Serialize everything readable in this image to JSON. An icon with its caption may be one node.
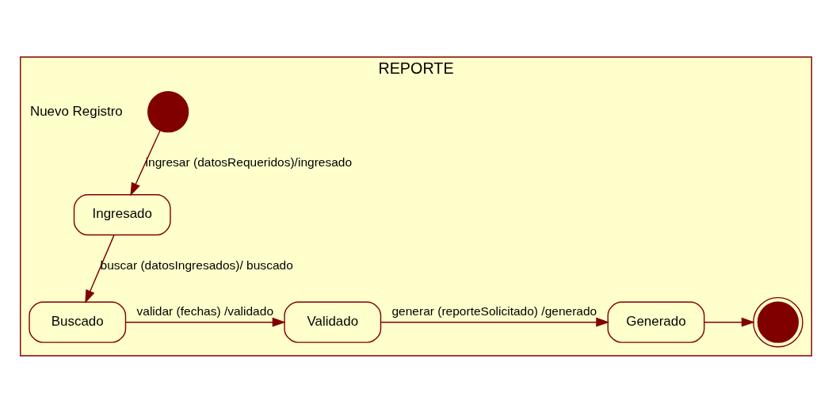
{
  "diagram": {
    "nodes": [
      {
        "text": [
          "REPORTE"
        ]
      },
      {
        "text": [],
        "shape": "circle",
        "in": 0,
        "beside": [
          "Nuevo Registro"
        ]
      },
      {
        "text": [
          "Ingresado"
        ],
        "in": 0
      },
      {
        "text": [
          "Buscado"
        ],
        "in": 0
      },
      {
        "text": [
          "Validado"
        ],
        "in": 0
      },
      {
        "text": [
          "Generado"
        ],
        "in": 0
      },
      {
        "text": [],
        "shape": "circle",
        "in": 0
      }
    ],
    "edges": [
      {
        "from": 1,
        "to": 2,
        "arrow": "to",
        "label": "ingresar (datosRequeridos)/ingresado"
      },
      {
        "from": 2,
        "to": 3,
        "arrow": "to",
        "label": "buscar (datosIngresados)/ buscado"
      },
      {
        "from": 3,
        "to": 4,
        "arrow": "to",
        "label": "validar (fechas) /validado"
      },
      {
        "from": 4,
        "to": 5,
        "arrow": "to",
        "label": "generar (reporteSolicitado) /generado"
      },
      {
        "from": 5,
        "to": 6,
        "arrow": "to"
      }
    ]
  }
}
